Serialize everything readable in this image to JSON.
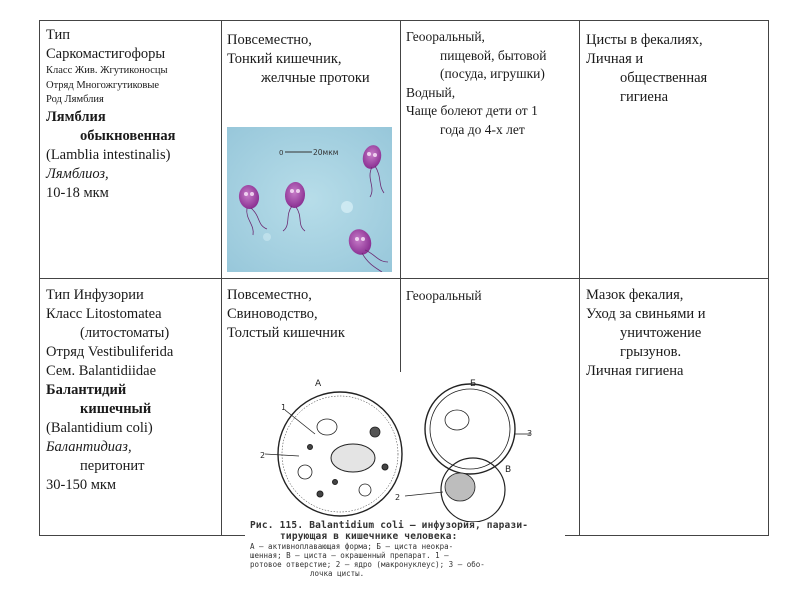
{
  "rows": [
    {
      "taxonomy": {
        "type": "Тип",
        "type_name": "Саркомастигофоры",
        "class": "Класс Жив. Жгутиконосцы",
        "order": "Отряд Многожгутиковые",
        "genus": "Род Лямблия",
        "name1": "Лямблия",
        "name2": "обыкновенная",
        "latin": "(Lamblia intestinalis)",
        "disease": "Лямблиоз,",
        "size": "10-18 мкм"
      },
      "habitat": [
        "Повсеместно,",
        "Тонкий кишечник,",
        "желчные протоки"
      ],
      "transmission": [
        "Геооральный,",
        "пищевой, бытовой",
        "(посуда, игрушки)",
        "Водный,",
        "Чаще болеют дети от 1",
        "года до 4-х лет"
      ],
      "prevention": [
        "Цисты в фекалиях,",
        "Личная и",
        "общественная",
        "гигиена"
      ],
      "photo_scale": "20мкм"
    },
    {
      "taxonomy": {
        "type": "Тип Инфузории",
        "class1": "Класс Litostomatea",
        "class2": "(литостоматы)",
        "order": "Отряд Vestibuliferida",
        "family": "Сем. Balantidiidae",
        "name1": "Балантидий",
        "name2": "кишечный",
        "latin": "(Balantidium coli)",
        "disease1": "Балантидиаз,",
        "disease2": "перитонит",
        "size": "30-150 мкм"
      },
      "habitat": [
        "Повсеместно,",
        "Свиноводство,",
        "Толстый кишечник"
      ],
      "transmission": [
        "Геооральный"
      ],
      "prevention": [
        "Мазок фекалия,",
        "Уход за свиньями и",
        "уничтожение",
        "грызунов.",
        "Личная гигиена"
      ],
      "figure": {
        "labels": [
          "А",
          "Б",
          "В",
          "1",
          "2",
          "3",
          "2"
        ],
        "caption_main1": "Рис. 115. Balantidium coli — инфузория, парази-",
        "caption_main2": "тирующая в кишечнике человека:",
        "caption_sub1": "А — активноплавающая форма; Б — циста неокра-",
        "caption_sub2": "шенная; В — циста — окрашенный препарат. 1 —",
        "caption_sub3": "ротовое отверстие; 2 — ядро (макронуклеус); 3 — обо-",
        "caption_sub4": "лочка цисты."
      }
    }
  ],
  "colors": {
    "border": "#444444",
    "photo_bg": "#a9d4e4",
    "cell_stain": "#9b3aa0"
  }
}
